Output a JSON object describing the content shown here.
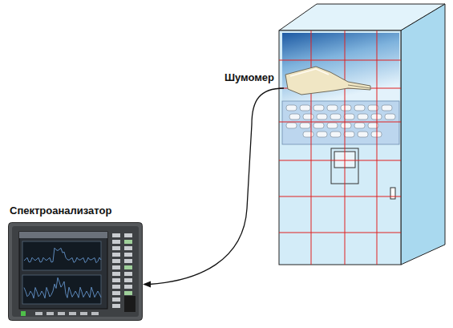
{
  "diagram": {
    "nodes": [
      {
        "text": [
          "Шумомер"
        ]
      },
      {
        "text": [
          "Спектроанализатор"
        ]
      }
    ],
    "edges": [
      {
        "from": 0,
        "to": 1,
        "arrow": "to"
      }
    ]
  }
}
